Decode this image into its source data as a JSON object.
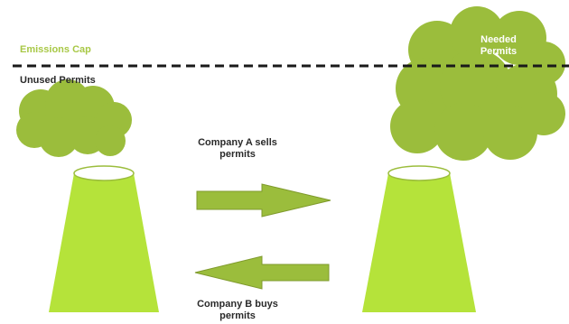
{
  "labels": {
    "emissions_cap": "Emissions Cap",
    "unused_permits": "Unused Permits",
    "needed_permits": "Needed Permits",
    "sell_caption": "Company A sells permits",
    "buy_caption": "Company B buys permits"
  },
  "colors": {
    "green": "#a8c846",
    "cloud": "#9bbd3c",
    "stack_fill": "#b5e33a",
    "dark_line": "#1a1a1a",
    "text": "#2a2a2a"
  },
  "icons": {
    "cloud_left": "cloud-icon",
    "cloud_right": "cloud-icon",
    "stack_left": "smokestack-icon",
    "stack_right": "smokestack-icon",
    "arrow_sell": "arrow-right-icon",
    "arrow_buy": "arrow-left-icon"
  }
}
